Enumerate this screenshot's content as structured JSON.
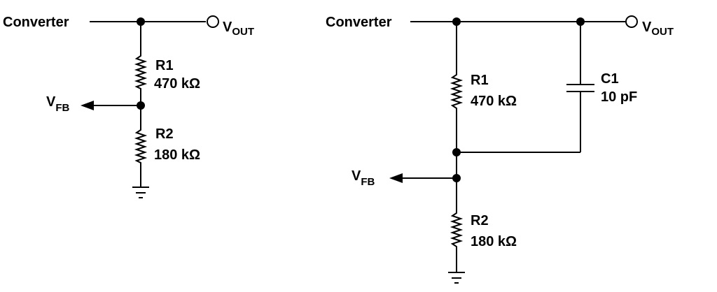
{
  "left_circuit": {
    "input_label": "Converter",
    "output_label": {
      "main": "V",
      "sub": "OUT"
    },
    "feedback_label": {
      "main": "V",
      "sub": "FB"
    },
    "r1": {
      "name": "R1",
      "value": "470 kΩ"
    },
    "r2": {
      "name": "R2",
      "value": "180 kΩ"
    }
  },
  "right_circuit": {
    "input_label": "Converter",
    "output_label": {
      "main": "V",
      "sub": "OUT"
    },
    "feedback_label": {
      "main": "V",
      "sub": "FB"
    },
    "r1": {
      "name": "R1",
      "value": "470 kΩ"
    },
    "r2": {
      "name": "R2",
      "value": "180 kΩ"
    },
    "c1": {
      "name": "C1",
      "value": "10 pF"
    }
  }
}
